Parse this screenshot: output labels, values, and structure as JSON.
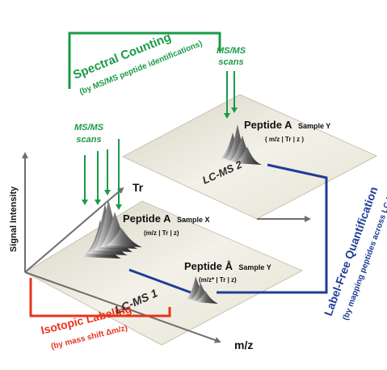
{
  "spectral": {
    "title": "Spectral Counting",
    "subtitle": "(by MS/MS peptide identifications)",
    "scans_top": [
      "MS/MS",
      "scans"
    ],
    "scans_left": [
      "MS/MS",
      "scans"
    ],
    "color": "#1a9a48"
  },
  "axes": {
    "signal_intensity": "Signal Intensity",
    "tr": "Tr",
    "mz": "m/z"
  },
  "lcms1": {
    "label": "LC-MS 1",
    "peptide_x": {
      "name": "Peptide A",
      "sample": "Sample X",
      "formula": "(m/z | Tr | z)"
    },
    "peptide_y": {
      "name": "Peptide Å",
      "sample": "Sample Y",
      "formula": "(m/z* | Tr | z)"
    }
  },
  "lcms2": {
    "label": "LC-MS 2",
    "peptide_y": {
      "name": "Peptide A",
      "sample": "Sample Y",
      "formula": "( m/z | Tr | z )"
    }
  },
  "isotopic": {
    "title": "Isotopic Labeling",
    "subtitle": "(by mass shift Δm/z)",
    "color": "#e8331c"
  },
  "labelfree": {
    "title": "Label-Free Quantification",
    "subtitle": "(by mapping peptides across LC-MS runs)",
    "color": "#1f3d97"
  }
}
